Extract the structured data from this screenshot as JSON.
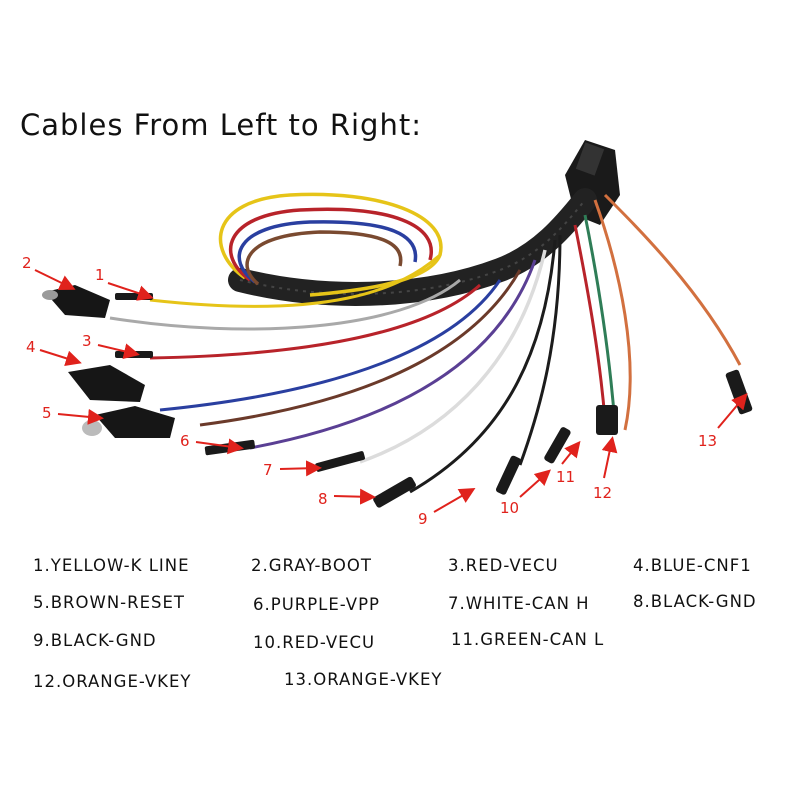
{
  "title": "Cables From Left to Right:",
  "colors": {
    "label": "#e0221c",
    "yellow": "#e6c418",
    "gray": "#a9a9a9",
    "red": "#b8232a",
    "blue": "#2a3fa0",
    "brown": "#6b3a2a",
    "purple": "#5a3f94",
    "white": "#eeeeee",
    "black": "#1c1c1c",
    "green": "#2f7d57",
    "orange": "#d2703f"
  },
  "callouts": [
    "1",
    "2",
    "3",
    "4",
    "5",
    "6",
    "7",
    "8",
    "9",
    "10",
    "11",
    "12",
    "13"
  ],
  "legend": [
    "1.YELLOW-K LINE",
    "2.GRAY-BOOT",
    "3.RED-VECU",
    "4.BLUE-CNF1",
    "5.BROWN-RESET",
    "6.PURPLE-VPP",
    "7.WHITE-CAN H",
    "8.BLACK-GND",
    "9.BLACK-GND",
    "10.RED-VECU",
    "11.GREEN-CAN L",
    "12.ORANGE-VKEY",
    "13.ORANGE-VKEY"
  ]
}
